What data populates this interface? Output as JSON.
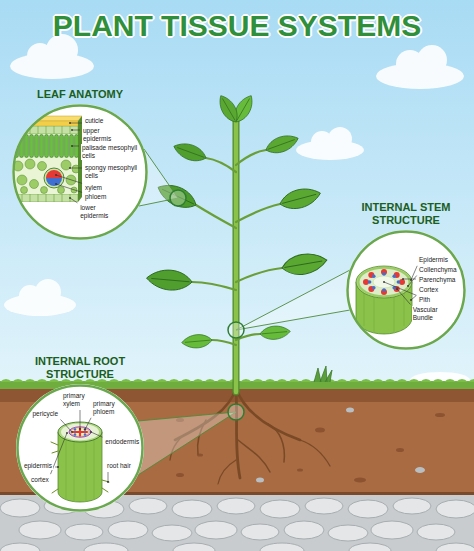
{
  "diagram": {
    "title": "PLANT TISSUE SYSTEMS",
    "nodes": [
      {
        "text": [
          "LEAF ANATOMY"
        ]
      },
      {
        "text": [
          "INTERNAL STEM STRUCTURE"
        ]
      },
      {
        "text": [
          "INTERNAL ROOT STRUCTURE"
        ]
      }
    ],
    "labels": [
      "cuticle",
      "upper epidermis",
      "palisade mesophyll cells",
      "spongy mesophyll cells",
      "xylem",
      "phloem",
      "lower epidermis",
      "Epidermis",
      "Collenchyma",
      "Parenchyma",
      "Cortex",
      "Pith",
      "Vascular Bundle",
      "pericycle",
      "primary xylem",
      "primary phloem",
      "endodermis",
      "epidermis",
      "cortex",
      "root hair"
    ]
  }
}
